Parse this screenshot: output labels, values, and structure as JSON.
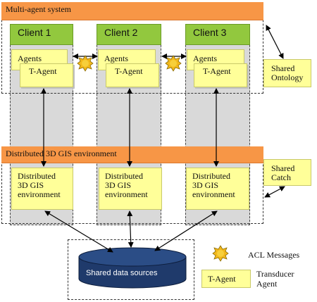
{
  "mas": {
    "title": "Multi-agent system"
  },
  "clients": [
    {
      "name": "Client 1",
      "agents": "Agents",
      "tagent": "T-Agent"
    },
    {
      "name": "Client 2",
      "agents": "Agents",
      "tagent": "T-Agent"
    },
    {
      "name": "Client 3",
      "agents": "Agents",
      "tagent": "T-Agent"
    }
  ],
  "shared_ontology": {
    "line1": "Shared",
    "line2": "Ontology"
  },
  "gis_env": {
    "title": "Distributed 3D GIS environment"
  },
  "gis_nodes": [
    {
      "l1": "Distributed",
      "l2": "3D GIS",
      "l3": "environment"
    },
    {
      "l1": "Distributed",
      "l2": "3D GIS",
      "l3": "environment"
    },
    {
      "l1": "Distributed",
      "l2": "3D GIS",
      "l3": "environment"
    }
  ],
  "shared_catch": {
    "line1": "Shared",
    "line2": "Catch"
  },
  "data_sources": {
    "label": "Shared data sources"
  },
  "legend": {
    "acl": "ACL Messages",
    "tagent_box": "T-Agent",
    "transducer_l1": "Transducer",
    "transducer_l2": "Agent"
  },
  "colors": {
    "orange": "#f79646",
    "green": "#92c83e",
    "yellow": "#ffff99",
    "gray": "#d9d9d9",
    "navy": "#1f3a6b",
    "sun": "#f2b81b"
  }
}
